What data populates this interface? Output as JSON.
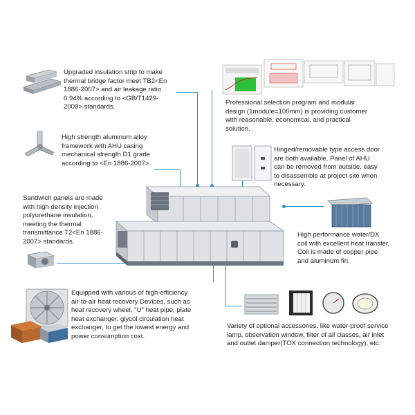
{
  "colors": {
    "callout_line": "#2e8fd6",
    "casing": "#e6e9ec",
    "frame": "#9aa3ab",
    "text": "#222222"
  },
  "callouts": [
    {
      "id": "insulation",
      "icon": "insulation-strip-icon",
      "text": "Upgraded insulation strip to make\nthermal bridge factor meet TB2<En\n1886-2007> and air leakage ratio\n0.94% according to <GB/T1429-\n2008> standards."
    },
    {
      "id": "framework",
      "icon": "aluminum-joint-icon",
      "text": "High strength aluminum alloy\nframework with AHU casing\nmechanical strength D1 grade\naccording to <En 1886-2007>."
    },
    {
      "id": "sandwich",
      "icon": "sandwich-panel-icon",
      "text": "Sandwich panels are made\nwith high density injection\npolyurethane insulation,\nmeeting the thermal\ntransmittance T2<En 1886-\n2007> standards."
    },
    {
      "id": "recovery",
      "icon": "heat-recovery-icon",
      "text": "Equipped with various of high-efficiency\nair-to-air heat recovery Devices, such as\nheat recovery wheel, \"U\" heat pipe, plate\nheat exchanger, glycol circulation heat\nexchanger, to get the lowest energy and\npower consumption cost."
    },
    {
      "id": "software",
      "icon": "selection-software-icon",
      "text": "Professional selection program and modular\ndesign (1module=100mm) is providing customer\nwith reasonable, economical, and practical\nsolution."
    },
    {
      "id": "door",
      "icon": "access-door-icon",
      "text": "Hinged/removable type access door\nare both available. Panel of AHU\ncan be removed from outside, easy\nto disassemble at project site when\nnecessary."
    },
    {
      "id": "coil",
      "icon": "coil-icon",
      "text": "High performance water/DX\ncoil with excellent heat transfer.\nCoil is made of copper pipe\nand aluminum fin."
    },
    {
      "id": "accessories",
      "icon": "accessories-icon",
      "text": "Variety of optional accessories, like water-proof service\nlamp, observation window, filter of all classes, air inlet\nand outlet damper(TOX connection technology), etc."
    }
  ]
}
